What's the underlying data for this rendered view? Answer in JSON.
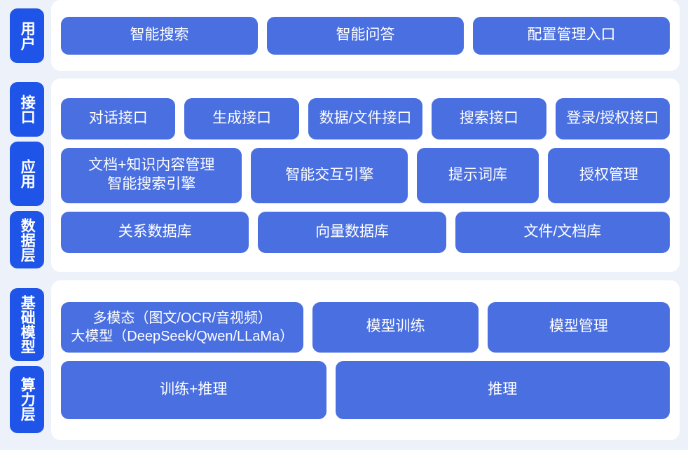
{
  "theme": {
    "page_background": "#edf1f9",
    "panel_background": "#ffffff",
    "chip_color": "#1f54e8",
    "box_color": "#4a6fe0",
    "text_color": "#ffffff"
  },
  "sections": [
    {
      "id": "user",
      "labels": [
        "用户"
      ],
      "rows": [
        {
          "boxes": [
            {
              "label": "智能搜索",
              "flex": 1
            },
            {
              "label": "智能问答",
              "flex": 1
            },
            {
              "label": "配置管理入口",
              "flex": 1
            }
          ]
        }
      ]
    },
    {
      "id": "middle",
      "labels": [
        "接口",
        "应用",
        "数据层"
      ],
      "rows": [
        {
          "boxes": [
            {
              "label": "对话接口",
              "flex": 1
            },
            {
              "label": "生成接口",
              "flex": 1
            },
            {
              "label": "数据/文件接口",
              "flex": 1
            },
            {
              "label": "搜索接口",
              "flex": 1
            },
            {
              "label": "登录/授权接口",
              "flex": 1
            }
          ]
        },
        {
          "boxes": [
            {
              "label": "文档+知识内容管理\n智能搜索引擎",
              "flex": 1.32
            },
            {
              "label": "智能交互引擎",
              "flex": 1.13
            },
            {
              "label": "提示词库",
              "flex": 0.86
            },
            {
              "label": "授权管理",
              "flex": 0.86
            }
          ]
        },
        {
          "boxes": [
            {
              "label": "关系数据库",
              "flex": 1
            },
            {
              "label": "向量数据库",
              "flex": 1
            },
            {
              "label": "文件/文档库",
              "flex": 1.15
            }
          ]
        }
      ]
    },
    {
      "id": "bottom",
      "labels": [
        "基础模型",
        "算力层"
      ],
      "rows": [
        {
          "boxes": [
            {
              "label": "多模态（图文/OCR/音视频）\n大模型（DeepSeek/Qwen/LLaMa）",
              "flex": 1.38,
              "multiline": true
            },
            {
              "label": "模型训练",
              "flex": 0.92
            },
            {
              "label": "模型管理",
              "flex": 1.02
            }
          ]
        },
        {
          "boxes": [
            {
              "label": "训练+推理",
              "flex": 0.88
            },
            {
              "label": "推理",
              "flex": 1.12
            }
          ]
        }
      ]
    }
  ]
}
